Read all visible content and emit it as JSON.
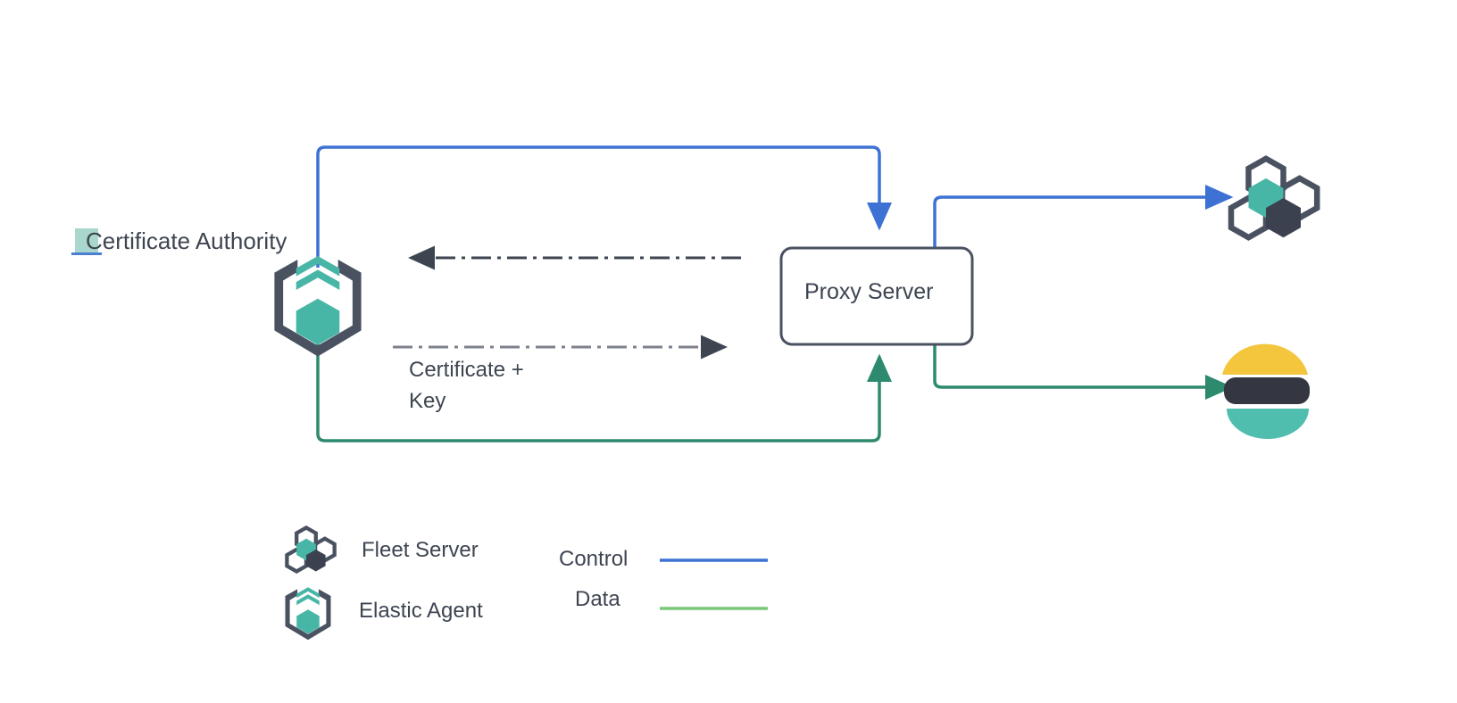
{
  "diagram": {
    "title": "Elastic Agent certificate flow through a Proxy Server",
    "background": "#ffffff",
    "nodes": {
      "certificate_authority": {
        "label": "Certificate Authority",
        "icon": "elastic-agent-icon",
        "highlight_color": "#a9d6cd",
        "underline_color": "#4a7fd4"
      },
      "proxy_server": {
        "label": "Proxy Server",
        "border_color": "#4a5160",
        "fill": "#ffffff"
      },
      "fleet_server": {
        "label": "",
        "icon": "fleet-server-icon"
      },
      "elasticsearch": {
        "label": "",
        "icon": "elasticsearch-icon"
      }
    },
    "edges": {
      "certificate_key_in": {
        "label": "",
        "style": "dash-dot",
        "color": "#3d4551",
        "direction": "left"
      },
      "certificate_key_out": {
        "label": "Certificate +\nKey",
        "style": "dash-dot",
        "color": "#7d828c",
        "direction": "right"
      },
      "control_agent_to_proxy": {
        "color": "#3d72d4",
        "style": "solid"
      },
      "control_proxy_to_fleet": {
        "color": "#3d72d4",
        "style": "solid"
      },
      "data_agent_to_proxy": {
        "color": "#2e8a6e",
        "style": "solid"
      },
      "data_proxy_to_elasticsearch": {
        "color": "#2e8a6e",
        "style": "solid"
      }
    }
  },
  "legend": {
    "items": [
      {
        "icon": "fleet-server-icon",
        "label": "Fleet Server"
      },
      {
        "icon": "elastic-agent-icon",
        "label": "Elastic Agent"
      }
    ],
    "lines": [
      {
        "label": "Control",
        "color": "#3d72d4"
      },
      {
        "label": "Data",
        "color": "#77c croak"
      }
    ],
    "control_label": "Control",
    "control_color": "#3d72d4",
    "data_label": "Data",
    "data_color": "#79c779"
  },
  "colors": {
    "teal": "#48b6a6",
    "dark_slate": "#4a5160",
    "text": "#3d4551",
    "blue": "#3d72d4",
    "green": "#2e8a6e",
    "legend_green": "#79c779",
    "yellow": "#f5c council"
  },
  "palette": {
    "teal": "#48b6a6",
    "dark": "#3c4150",
    "slate": "#4a5160",
    "yellow": "#f4c householder",
    "es_yellow": "#f3c63e",
    "es_dark": "#343741",
    "es_teal": "#4fbeae"
  }
}
